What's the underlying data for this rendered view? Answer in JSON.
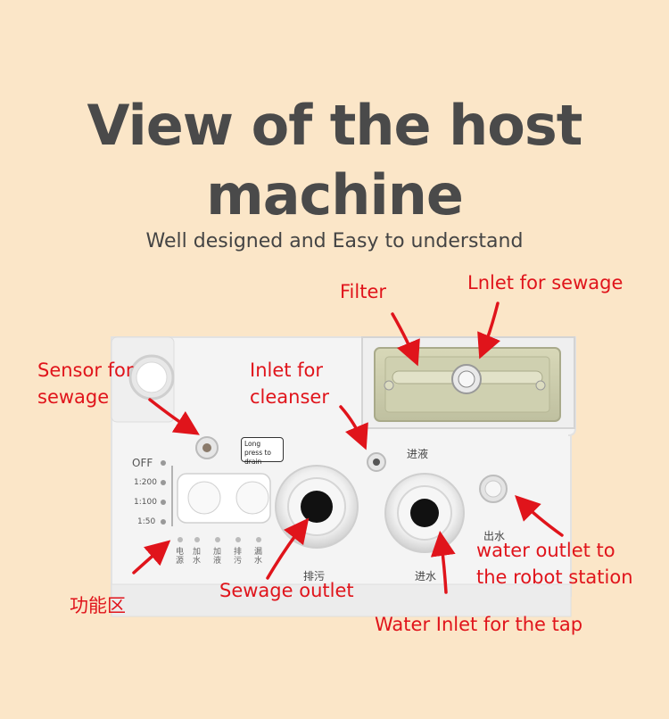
{
  "header": {
    "title_line1": "View of the host",
    "title_line2": "machine",
    "subtitle": "Well designed and Easy to understand"
  },
  "device": {
    "scale_labels": [
      "OFF",
      "1:200",
      "1:100",
      "1:50"
    ],
    "bubble_text": "Long press to drain",
    "function_labels": [
      "电源",
      "加水",
      "加液",
      "排污",
      "漏水"
    ],
    "port_labels": {
      "inlet_liquid": "进液",
      "sewage": "排污",
      "water_in": "进水",
      "water_out": "出水"
    }
  },
  "annotations": {
    "filter": "Filter",
    "inlet_sewage": "Lnlet for sewage",
    "sensor_line1": "Sensor for",
    "sensor_line2": "sewage",
    "cleanser_line1": "Inlet for",
    "cleanser_line2": "cleanser",
    "function_area": "功能区",
    "sewage_outlet": "Sewage outlet",
    "water_outlet_line1": "water outlet to",
    "water_outlet_line2": "the robot station",
    "water_inlet_tap": "Water Inlet for the tap"
  },
  "colors": {
    "background": "#fbe6c8",
    "title": "#4a4a4a",
    "annotation": "#e0141b",
    "device_body": "#f4f4f4"
  }
}
